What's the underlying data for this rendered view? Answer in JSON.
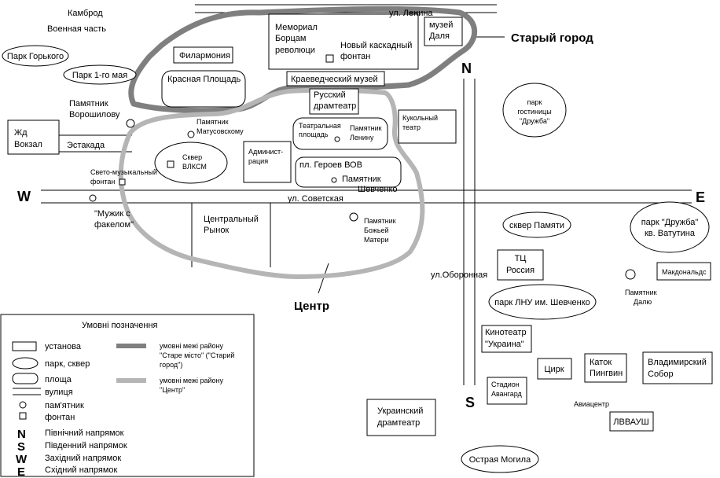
{
  "map": {
    "districts": {
      "old_town": "Старый город",
      "center": "Центр"
    },
    "directions": {
      "north": "N",
      "south": "S",
      "west": "W",
      "east": "E"
    },
    "streets": {
      "lenina": "ул. Ленина",
      "sovetskaya": "ул. Советская",
      "oboronnaya": "ул.Оборонная",
      "estakada": "Эстакада"
    },
    "places": {
      "kambrod": "Камброд",
      "voennaya": "Военная часть",
      "park_gorkogo": "Парк Горького",
      "park_1_maya": "Парк 1-го мая",
      "filarmoniya": "Филармония",
      "memorial": [
        "Мемориал",
        "Борцам",
        "революци"
      ],
      "noviy_fontan": [
        "Новый каскадный",
        "фонтан"
      ],
      "muzey_dalya": [
        "музей",
        "Даля"
      ],
      "krasnaya_ploshad": "Красная Площадь",
      "kraeved_muzey": "Краеведческий музей",
      "russkiy_dramteatr": [
        "Русский",
        "драмтеатр"
      ],
      "pamyatnik_voroshilovu": [
        "Памятник",
        "Ворошилову"
      ],
      "zhd_vokzal": [
        "Жд",
        "Вокзал"
      ],
      "pamyatnik_matusovskomu": [
        "Памятник",
        "Матусовскому"
      ],
      "teatralnaya": [
        "Театральная",
        "площадь"
      ],
      "pamyatnik_leninu": [
        "Памятник",
        "Ленину"
      ],
      "kukolniy": [
        "Кукольный",
        "театр"
      ],
      "park_gostinitsy": [
        "парк",
        "гостиницы",
        "\"Дружба\""
      ],
      "skver_vlksm": [
        "Сквер",
        "ВЛКСМ"
      ],
      "svetomuz_fontan": [
        "Свето-музыкальный",
        "фонтан"
      ],
      "administratsiya": [
        "Админист-",
        "рация"
      ],
      "pl_geroev": "пл. Героев ВОВ",
      "pamyatnik_shevchenko": [
        "Памятник",
        "Шевченко"
      ],
      "muzhik": [
        "\"Мужик с",
        "факелом\""
      ],
      "tsentralniy_rynok": [
        "Центральный",
        "Рынок"
      ],
      "pamyatnik_bozhey": [
        "Памятник",
        "Божьей",
        "Матери"
      ],
      "skver_pamyati": "сквер Памяти",
      "park_druzhba": [
        "парк \"Дружба\"",
        "кв. Ватутина"
      ],
      "tc_rossiya": [
        "ТЦ",
        "Россия"
      ],
      "makdonalds": "Макдональдс",
      "pamyatnik_dalyu": [
        "Памятник",
        "Далю"
      ],
      "park_lnu": "парк ЛНУ им. Шевченко",
      "kinoteatr": [
        "Кинотеатр",
        "\"Украина\""
      ],
      "tsirk": "Цирк",
      "katok": [
        "Каток",
        "Пингвин"
      ],
      "vladimirskiy": [
        "Владимирский",
        "Собор"
      ],
      "stadion": [
        "Стадион",
        "Авангард"
      ],
      "aviatsentr": "Авиацентр",
      "lvvaush": "ЛВВАУШ",
      "ukr_dramteatr": [
        "Украинский",
        "драмтеатр"
      ],
      "ostraya_mogila": "Острая Могила"
    },
    "legend": {
      "title": "Умовні позначення",
      "institution": "установа",
      "park": "парк, сквер",
      "square": "площа",
      "street": "вулиця",
      "monument": "пам'ятник",
      "fountain": "фонтан",
      "north": "Північний напрямок",
      "south": "Південний напрямок",
      "west": "Західний напрямок",
      "east": "Східний напрямок",
      "old_town_border": [
        "умовні межі району",
        "\"Старе місто\" (\"Старий",
        "город\")"
      ],
      "center_border": [
        "умовні межі району",
        "\"Центр\""
      ]
    },
    "colors": {
      "old_town_border": "#7f7f7f",
      "center_border": "#b5b5b5",
      "lines": "#000000"
    }
  }
}
